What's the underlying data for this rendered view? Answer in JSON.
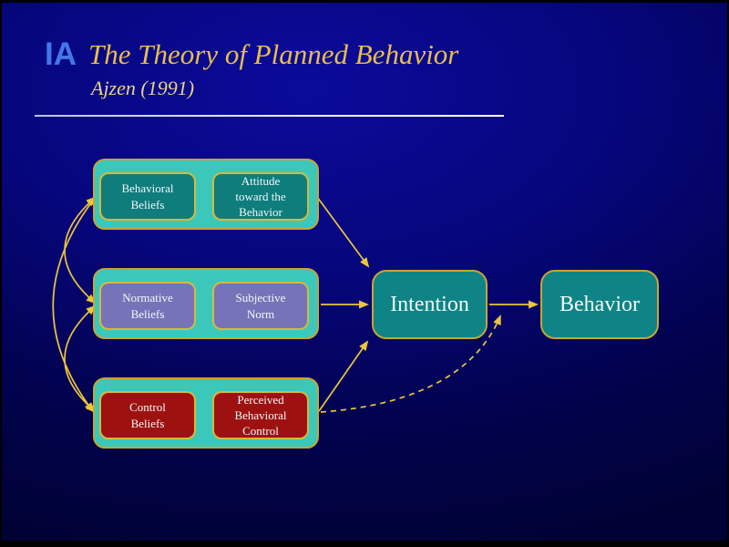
{
  "colors": {
    "frame-black": "#000000",
    "slide-bg-1": "#0b0b9b",
    "slide-bg-2": "#06067c",
    "slide-bg-3": "#02024e",
    "slide-bg-4": "#000233",
    "logo-blue": "#4277e9",
    "title-gold": "#e9be4b",
    "subtitle-gold": "#ecd584",
    "divider-light": "#eef1ff",
    "group-fill": "#3bc8ba",
    "border-gold": "#c9a431",
    "box-border-gold": "#d8b93a",
    "box-teal": "#0e7d7c",
    "box-purple": "#7673b9",
    "box-red": "#9d1211",
    "node-teal": "#0f8486",
    "arrow-gold": "#edc53d",
    "box-text": "#f0faf9"
  },
  "header": {
    "logo": "IA",
    "title": "The Theory of Planned Behavior",
    "subtitle": "Ajzen (1991)"
  },
  "diagram": {
    "groups": [
      {
        "source_label": "Behavioral\nBeliefs",
        "result_label": "Attitude\ntoward the\nBehavior"
      },
      {
        "source_label": "Normative\nBeliefs",
        "result_label": "Subjective\nNorm"
      },
      {
        "source_label": "Control\nBeliefs",
        "result_label": "Perceived\nBehavioral\nControl"
      }
    ],
    "intention_label": "Intention",
    "behavior_label": "Behavior"
  }
}
